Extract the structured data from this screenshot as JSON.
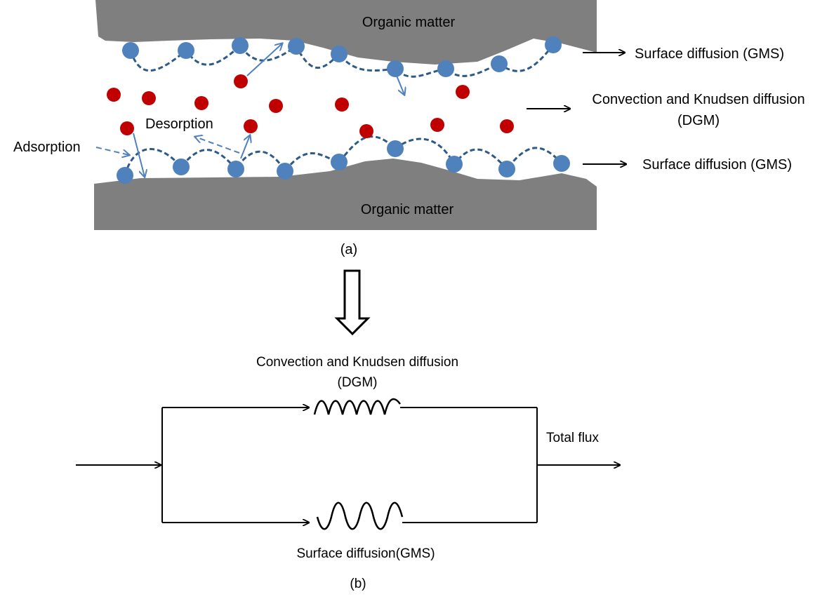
{
  "panel_a": {
    "top_slab_label": "Organic matter",
    "bottom_slab_label": "Organic matter",
    "surface_top_label": "Surface diffusion (GMS)",
    "bulk_label_line1": "Convection and Knudsen diffusion",
    "bulk_label_line2": "(DGM)",
    "surface_bottom_label": "Surface diffusion (GMS)",
    "desorption_label": "Desorption",
    "adsorption_label": "Adsorption",
    "caption": "(a)"
  },
  "panel_b": {
    "upper_branch_label_line1": "Convection and Knudsen diffusion",
    "upper_branch_label_line2": "(DGM)",
    "lower_branch_label": "Surface diffusion(GMS)",
    "output_label": "Total flux",
    "caption": "(b)"
  },
  "colors": {
    "organic_matter": "#7f7f7f",
    "adsorbed_molecule": "#4f81bd",
    "free_molecule": "#c00000",
    "surface_path": "#2e5a87",
    "arrow": "#4f81bd",
    "wire": "#000000"
  }
}
